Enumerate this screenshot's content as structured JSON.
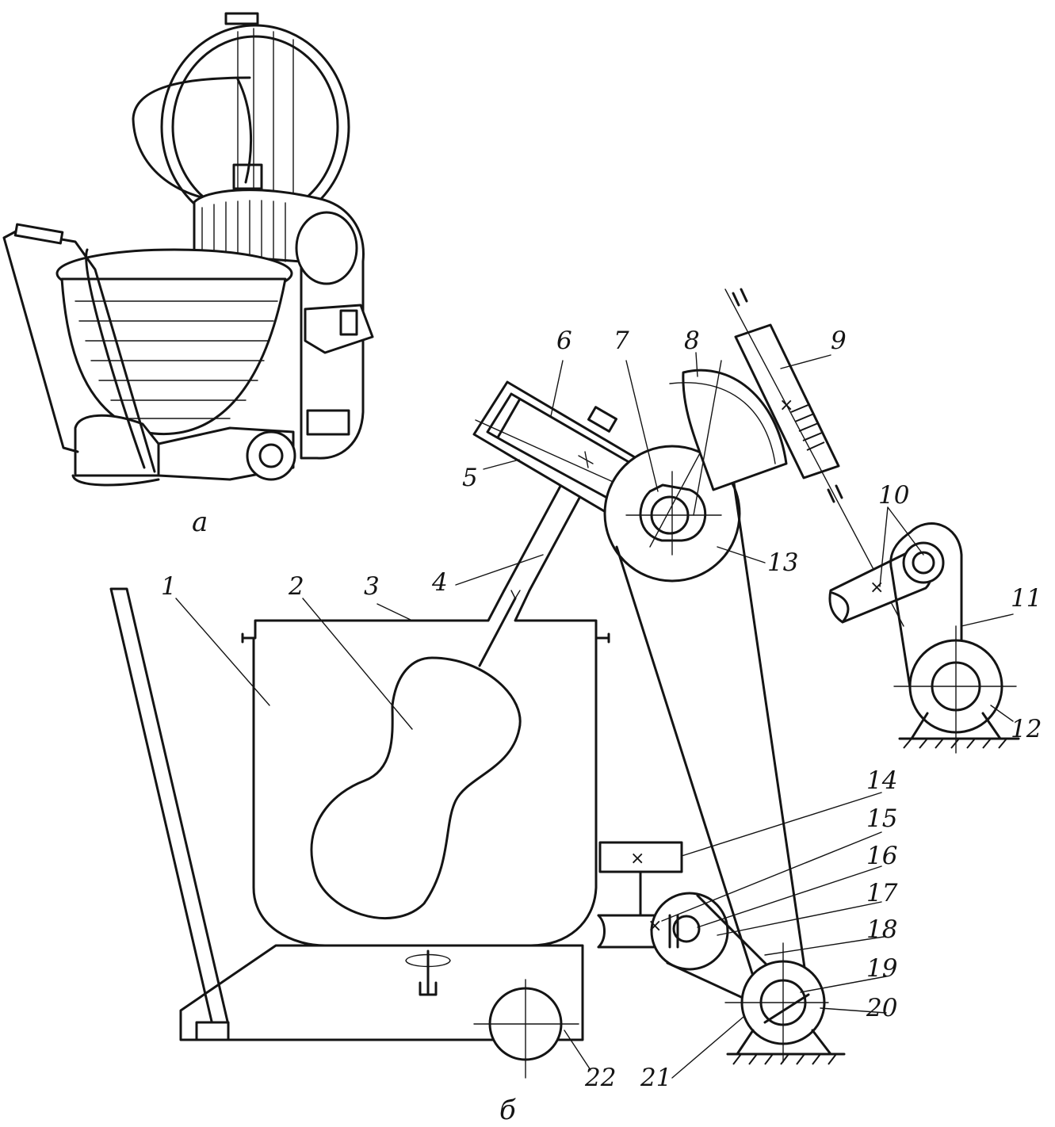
{
  "captions": {
    "a": "а",
    "b": "б"
  },
  "marks": {
    "cross": "×"
  },
  "labels": {
    "n1": "1",
    "n2": "2",
    "n3": "3",
    "n4": "4",
    "n5": "5",
    "n6": "6",
    "n7": "7",
    "n8": "8",
    "n9": "9",
    "n10": "10",
    "n11": "11",
    "n12": "12",
    "n13": "13",
    "n14": "14",
    "n15": "15",
    "n16": "16",
    "n17": "17",
    "n18": "18",
    "n19": "19",
    "n20": "20",
    "n21": "21",
    "n22": "22"
  }
}
